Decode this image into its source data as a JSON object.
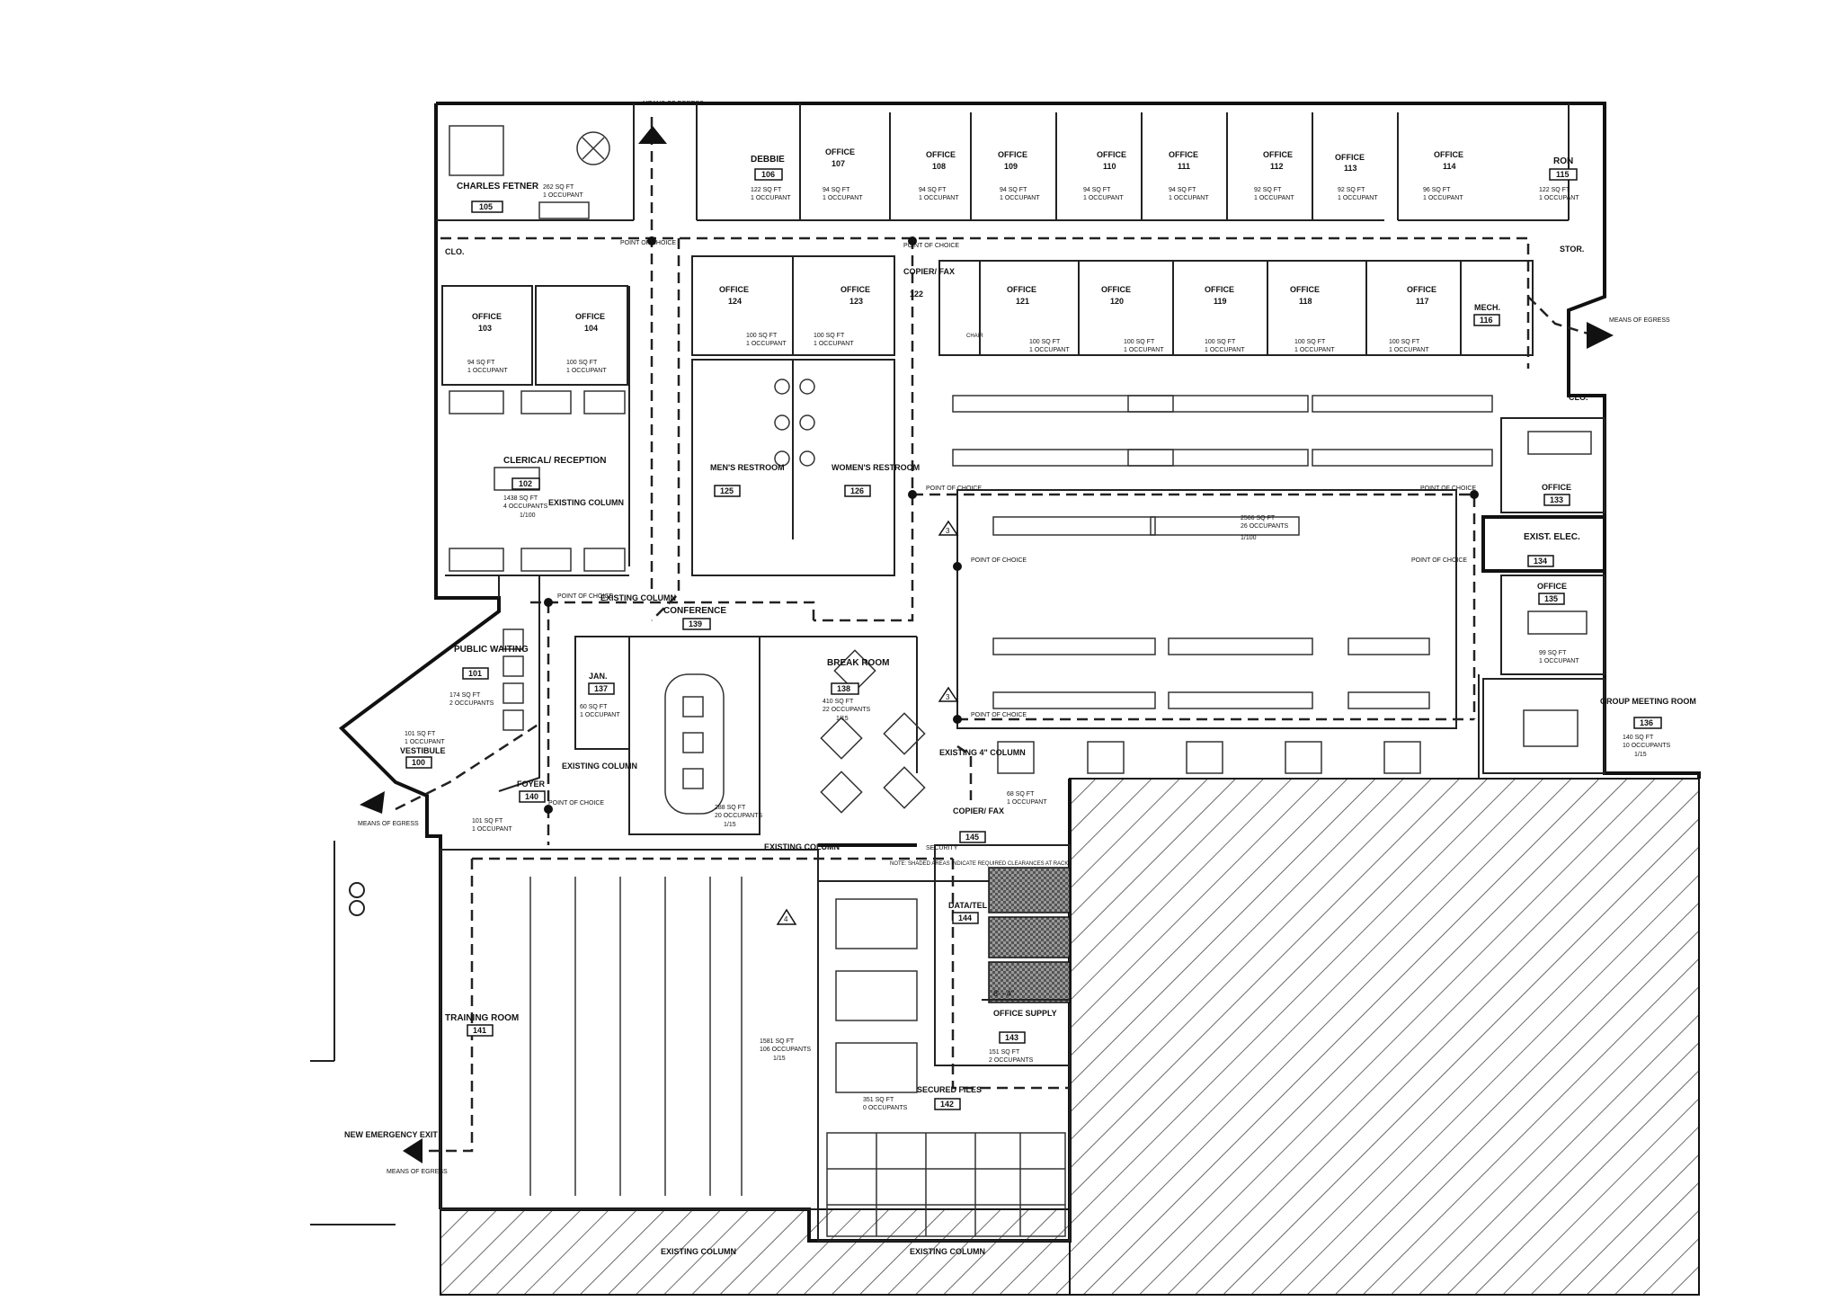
{
  "rooms": [
    {
      "key": "charles",
      "name": "CHARLES FETNER",
      "number": "105",
      "area": "262 SQ FT",
      "occupants": "1 OCCUPANT"
    },
    {
      "key": "debbie",
      "name": "DEBBIE",
      "number": "106",
      "area": "122 SQ FT",
      "occupants": "1 OCCUPANT"
    },
    {
      "key": "o107",
      "name": "OFFICE",
      "number": "107",
      "area": "94 SQ FT",
      "occupants": "1 OCCUPANT"
    },
    {
      "key": "o108",
      "name": "OFFICE",
      "number": "108",
      "area": "94 SQ FT",
      "occupants": "1 OCCUPANT"
    },
    {
      "key": "o109",
      "name": "OFFICE",
      "number": "109",
      "area": "94 SQ FT",
      "occupants": "1 OCCUPANT"
    },
    {
      "key": "o110",
      "name": "OFFICE",
      "number": "110",
      "area": "94 SQ FT",
      "occupants": "1 OCCUPANT"
    },
    {
      "key": "o111",
      "name": "OFFICE",
      "number": "111",
      "area": "94 SQ FT",
      "occupants": "1 OCCUPANT"
    },
    {
      "key": "o112",
      "name": "OFFICE",
      "number": "112",
      "area": "92 SQ FT",
      "occupants": "1 OCCUPANT"
    },
    {
      "key": "o113",
      "name": "OFFICE",
      "number": "113",
      "area": "92 SQ FT",
      "occupants": "1 OCCUPANT"
    },
    {
      "key": "o114",
      "name": "OFFICE",
      "number": "114",
      "area": "96 SQ FT",
      "occupants": "1 OCCUPANT"
    },
    {
      "key": "ron",
      "name": "RON",
      "number": "115",
      "area": "122 SQ FT",
      "occupants": "1 OCCUPANT"
    },
    {
      "key": "o103",
      "name": "OFFICE",
      "number": "103",
      "area": "94 SQ FT",
      "occupants": "1 OCCUPANT"
    },
    {
      "key": "o104",
      "name": "OFFICE",
      "number": "104",
      "area": "100 SQ FT",
      "occupants": "1 OCCUPANT"
    },
    {
      "key": "o124",
      "name": "OFFICE",
      "number": "124",
      "area": "100 SQ FT",
      "occupants": "1 OCCUPANT"
    },
    {
      "key": "o123",
      "name": "OFFICE",
      "number": "123",
      "area": "100 SQ FT",
      "occupants": "1 OCCUPANT"
    },
    {
      "key": "copier122",
      "name": "COPIER/ FAX",
      "number": "122",
      "area": "",
      "occupants": ""
    },
    {
      "key": "o121",
      "name": "OFFICE",
      "number": "121",
      "area": "100 SQ FT",
      "occupants": "1 OCCUPANT"
    },
    {
      "key": "o120",
      "name": "OFFICE",
      "number": "120",
      "area": "100 SQ FT",
      "occupants": "1 OCCUPANT"
    },
    {
      "key": "o119",
      "name": "OFFICE",
      "number": "119",
      "area": "100 SQ FT",
      "occupants": "1 OCCUPANT"
    },
    {
      "key": "o118",
      "name": "OFFICE",
      "number": "118",
      "area": "100 SQ FT",
      "occupants": "1 OCCUPANT"
    },
    {
      "key": "o117",
      "name": "OFFICE",
      "number": "117",
      "area": "100 SQ FT",
      "occupants": "1 OCCUPANT"
    },
    {
      "key": "mech",
      "name": "MECH.",
      "number": "116",
      "area": "",
      "occupants": ""
    },
    {
      "key": "stor",
      "name": "STOR.",
      "number": "",
      "area": "",
      "occupants": ""
    },
    {
      "key": "clo1",
      "name": "CLO.",
      "number": "",
      "area": "",
      "occupants": ""
    },
    {
      "key": "clo2",
      "name": "CLO.",
      "number": "",
      "area": "",
      "occupants": ""
    },
    {
      "key": "reception",
      "name": "CLERICAL/ RECEPTION",
      "number": "102",
      "area": "1438 SQ FT",
      "occupants": "4 OCCUPANTS"
    },
    {
      "key": "mens",
      "name": "MEN'S RESTROOM",
      "number": "125",
      "area": "",
      "occupants": ""
    },
    {
      "key": "womens",
      "name": "WOMEN'S RESTROOM",
      "number": "126",
      "area": "",
      "occupants": ""
    },
    {
      "key": "open",
      "name": "",
      "number": "",
      "area": "2566 SQ FT",
      "occupants": "26 OCCUPANTS"
    },
    {
      "key": "o133",
      "name": "OFFICE",
      "number": "133",
      "area": "",
      "occupants": ""
    },
    {
      "key": "elec",
      "name": "EXIST. ELEC.",
      "number": "134",
      "area": "",
      "occupants": ""
    },
    {
      "key": "o135",
      "name": "OFFICE",
      "number": "135",
      "area": "99 SQ FT",
      "occupants": "1 OCCUPANT"
    },
    {
      "key": "group",
      "name": "GROUP MEETING ROOM",
      "number": "136",
      "area": "140 SQ FT",
      "occupants": "10 OCCUPANTS"
    },
    {
      "key": "conference",
      "name": "CONFERENCE",
      "number": "139",
      "area": "288 SQ FT",
      "occupants": "20 OCCUPANTS"
    },
    {
      "key": "jan",
      "name": "JAN.",
      "number": "137",
      "area": "60 SQ FT",
      "occupants": "1 OCCUPANT"
    },
    {
      "key": "break",
      "name": "BREAK ROOM",
      "number": "138",
      "area": "410 SQ FT",
      "occupants": "22 OCCUPANTS"
    },
    {
      "key": "waiting",
      "name": "PUBLIC WAITING",
      "number": "101",
      "area": "174 SQ FT",
      "occupants": "2 OCCUPANTS"
    },
    {
      "key": "vestibule",
      "name": "VESTIBULE",
      "number": "100",
      "area": "101 SQ FT",
      "occupants": "1 OCCUPANT"
    },
    {
      "key": "foyer",
      "name": "FOYER",
      "number": "140",
      "area": "101 SQ FT",
      "occupants": "1 OCCUPANT"
    },
    {
      "key": "copier145",
      "name": "COPIER/ FAX",
      "number": "145",
      "area": "68 SQ FT",
      "occupants": "1 OCCUPANT"
    },
    {
      "key": "datatel",
      "name": "DATA/TEL",
      "number": "144",
      "area": "",
      "occupants": ""
    },
    {
      "key": "supply",
      "name": "OFFICE SUPPLY",
      "number": "143",
      "area": "151 SQ FT",
      "occupants": "2 OCCUPANTS"
    },
    {
      "key": "training",
      "name": "TRAINING ROOM",
      "number": "141",
      "area": "1581 SQ FT",
      "occupants": "106 OCCUPANTS"
    },
    {
      "key": "files",
      "name": "SECURED FILES",
      "number": "142",
      "area": "351 SQ FT",
      "occupants": "0 OCCUPANTS"
    }
  ],
  "notes": {
    "means_of_egress": "MEANS OF EGRESS",
    "new_emergency_exit": "NEW EMERGENCY EXIT",
    "point_of_choice": "POINT OF CHOICE",
    "existing_column": "EXISTING COLUMN",
    "existing_4_column": "EXISTING 4\" COLUMN",
    "security": "SECURITY",
    "shaded_note": "NOTE: SHADED AREAS INDICATE REQUIRED CLEARANCES AT RACKS",
    "dimension": "8' - 4\"",
    "load_factor_100": "1/100",
    "load_factor_15": "1/15",
    "tag_3": "3",
    "tag_4": "4",
    "chair_label": "CHAIR"
  }
}
